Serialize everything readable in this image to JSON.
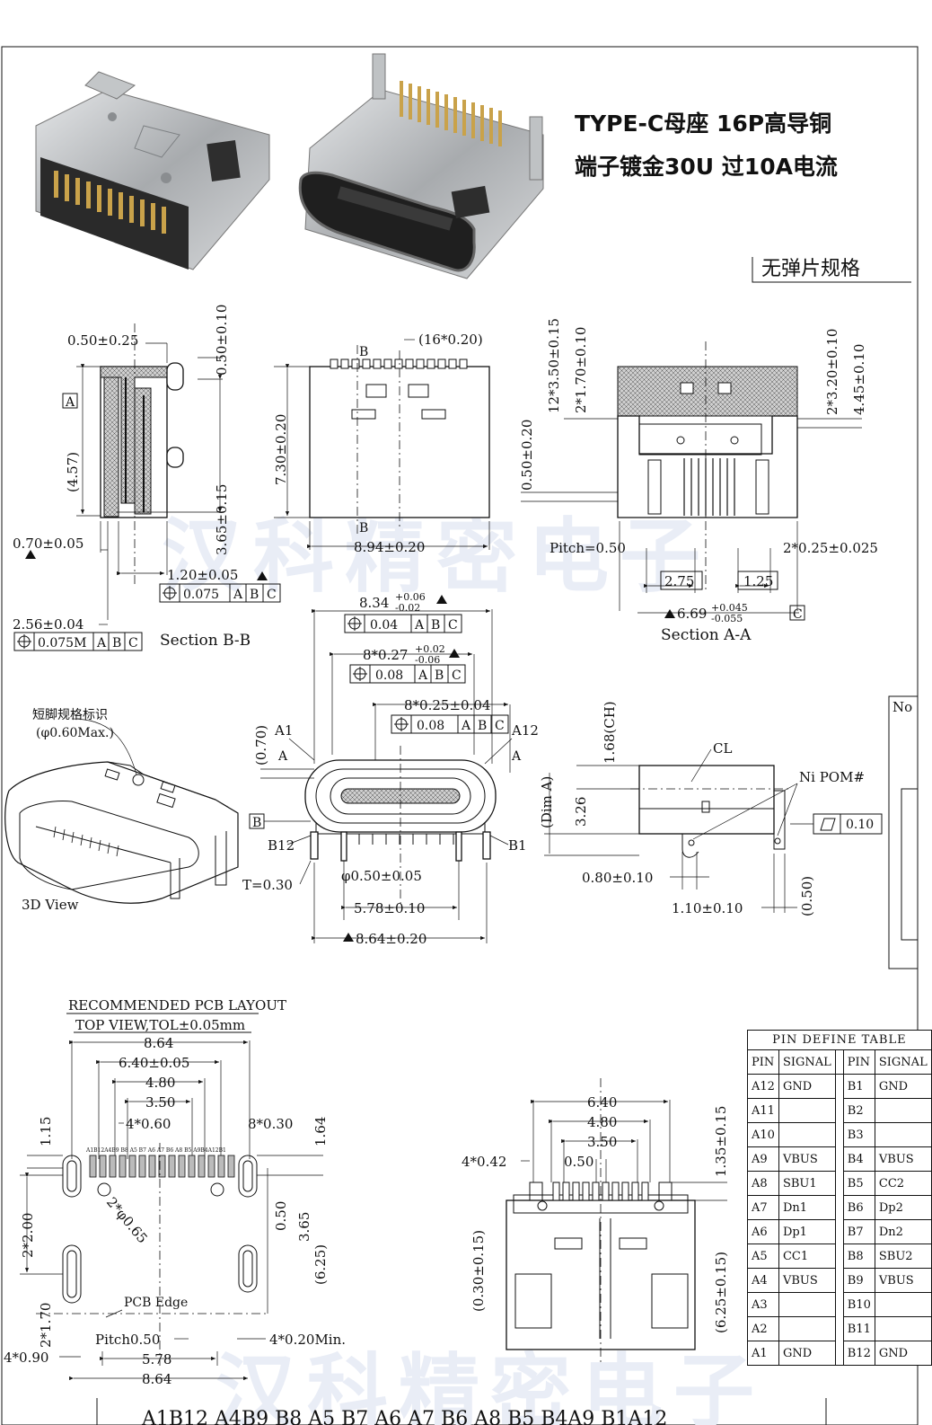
{
  "title": {
    "line1": "TYPE-C母座 16P高导铜",
    "line2": "端子镀金30U 过10A电流"
  },
  "spec_tab": "无弹片规格",
  "watermark_text": "汉科精密电子",
  "section_bb": {
    "caption": "Section B-B",
    "dim_050_025": "0.50±0.25",
    "dim_050_010": "0.50±0.10",
    "dim_457": "(4.57)",
    "dim_365": "3.65±0.15",
    "dim_070": "0.70±0.05",
    "dim_120": "1.20±0.05",
    "dim_256": "2.56±0.04",
    "tol_0075": "0.075",
    "tol_0075m": "0.075M",
    "datum_a": "A",
    "ref_a": "A",
    "ref_b": "B",
    "ref_c": "C"
  },
  "top_view": {
    "dim_1620": "(16*0.20)",
    "dim_730": "7.30±0.20",
    "dim_894": "8.94±0.20",
    "label_b": "B"
  },
  "section_aa": {
    "caption": "Section A-A",
    "dim_12_350": "12*3.50±0.15",
    "dim_2_170": "2*1.70±0.10",
    "dim_2_320": "2*3.20±0.10",
    "dim_445": "4.45±0.10",
    "dim_050_020": "0.50±0.20",
    "pitch": "Pitch=0.50",
    "dim_2_025": "2*0.25±0.025",
    "dim_275": "2.75",
    "dim_125": "1.25",
    "dim_669": "6.69",
    "dim_669_tol_up": "+0.045",
    "dim_669_tol_dn": "-0.055",
    "datum_c": "C"
  },
  "front_view": {
    "dim_834": "8.34",
    "dim_834_up": "+0.06",
    "dim_834_dn": "-0.02",
    "tol_004": "0.04",
    "dim_8_027": "8*0.27",
    "dim_8_027_up": "+0.02",
    "dim_8_027_dn": "-0.06",
    "tol_008a": "0.08",
    "dim_8_025": "8*0.25±0.04",
    "tol_008b": "0.08",
    "dim_070": "(0.70)",
    "label_a1": "A1",
    "label_a12": "A12",
    "label_b12": "B12",
    "label_b1": "B1",
    "label_a": "A",
    "datum_b": "B",
    "t_030": "T=0.30",
    "phi_050": "φ0.50±0.05",
    "dim_578": "5.78±0.10",
    "dim_864": "8.64±0.20"
  },
  "three_d": {
    "note_title": "短脚规格标识",
    "note_sub": "(φ0.60Max.)",
    "caption": "3D View"
  },
  "side_view": {
    "dim_168": "1.68(CH)",
    "cl": "CL",
    "ni_pom": "Ni POM#",
    "dim_a": "(Dim A)",
    "dim_326": "3.26",
    "flat_010": "0.10",
    "dim_080": "0.80±0.10",
    "dim_110": "1.10±0.10",
    "dim_050": "(0.50)"
  },
  "side_tab_no": "No",
  "pcb": {
    "title1": "RECOMMENDED PCB LAYOUT",
    "title2": "TOP VIEW,TOL±0.05mm",
    "dim_864a": "8.64",
    "dim_640": "6.40±0.05",
    "dim_480": "4.80",
    "dim_350": "3.50",
    "dim_4_060": "4*0.60",
    "dim_8_030": "8*0.30",
    "dim_115": "1.15",
    "dim_164": "1.64",
    "phi_065": "2*φ0.65",
    "dim_2_200": "2*2.00",
    "dim_050": "0.50",
    "dim_365": "3.65",
    "dim_625": "(6.25)",
    "dim_2_170": "2*1.70",
    "pcb_edge": "PCB Edge",
    "pitch": "Pitch0.50",
    "dim_4_020": "4*0.20Min.",
    "dim_4_090": "4*0.90",
    "dim_578": "5.78",
    "dim_864b": "8.64",
    "pin_labels": "A1B12A4B9 B8 A5 B7 A6 A7 B6 A8 B5 A9B4A12B1"
  },
  "bottom_view": {
    "dim_640": "6.40",
    "dim_480": "4.80",
    "dim_350": "3.50",
    "dim_050": "0.50",
    "dim_4_042": "4*0.42",
    "dim_135": "1.35±0.15",
    "dim_030": "(0.30±0.15)",
    "dim_625": "(6.25±0.15)"
  },
  "pin_table": {
    "title": "PIN DEFINE TABLE",
    "headers": [
      "PIN",
      "SIGNAL",
      "PIN",
      "SIGNAL"
    ],
    "rows": [
      [
        "A12",
        "GND",
        "B1",
        "GND"
      ],
      [
        "A11",
        "",
        "B2",
        ""
      ],
      [
        "A10",
        "",
        "B3",
        ""
      ],
      [
        "A9",
        "VBUS",
        "B4",
        "VBUS"
      ],
      [
        "A8",
        "SBU1",
        "B5",
        "CC2"
      ],
      [
        "A7",
        "Dn1",
        "B6",
        "Dp2"
      ],
      [
        "A6",
        "Dp1",
        "B7",
        "Dn2"
      ],
      [
        "A5",
        "CC1",
        "B8",
        "SBU2"
      ],
      [
        "A4",
        "VBUS",
        "B9",
        "VBUS"
      ],
      [
        "A3",
        "",
        "B10",
        ""
      ],
      [
        "A2",
        "",
        "B11",
        ""
      ],
      [
        "A1",
        "GND",
        "B12",
        "GND"
      ]
    ]
  },
  "bottom_pins": "A1B12 A4B9 B8 A5 B7 A6 A7 B6 A8 B5 B4A9 B1A12"
}
